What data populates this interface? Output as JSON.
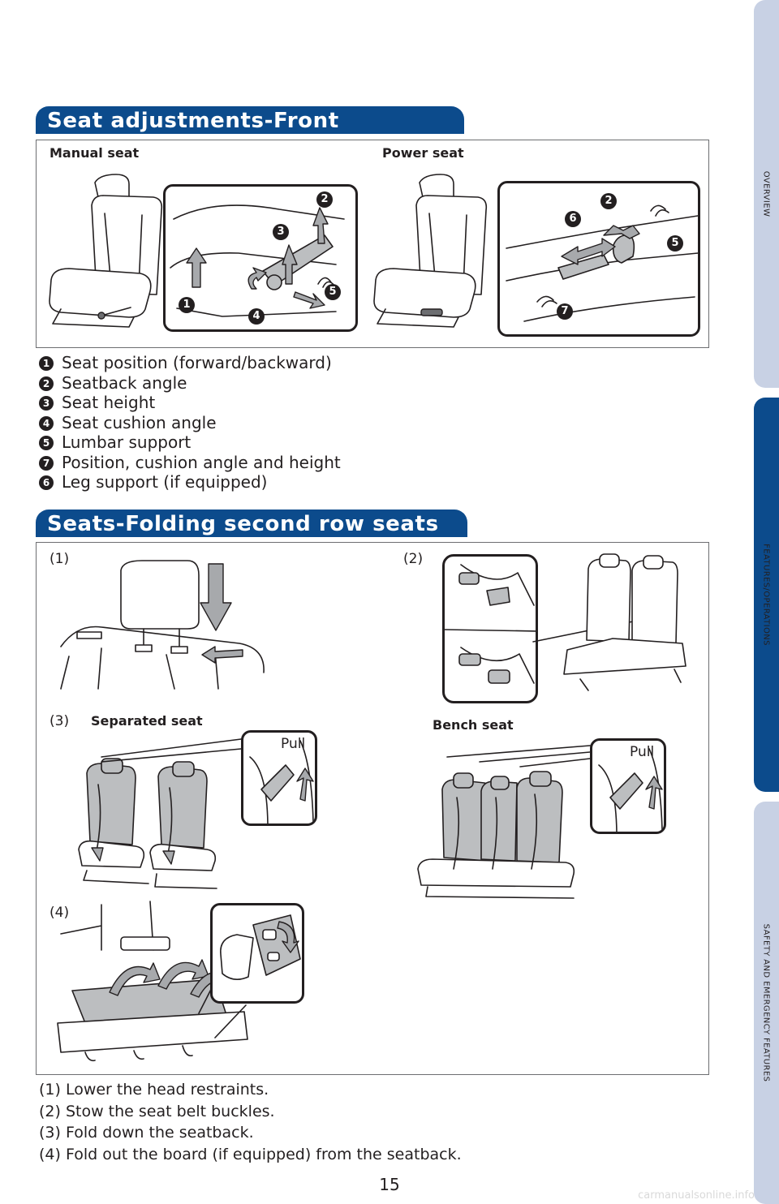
{
  "side_tabs": [
    {
      "label": "OVERVIEW",
      "color": "#c8d1e4"
    },
    {
      "label": "FEATURES/OPERATIONS",
      "color": "#0c4b8c"
    },
    {
      "label": "SAFETY AND EMERGENCY FEATURES",
      "color": "#c8d1e4"
    }
  ],
  "section_front": {
    "title": "Seat adjustments-Front",
    "manual_label": "Manual seat",
    "power_label": "Power seat",
    "manual_badges": [
      "2",
      "3",
      "1",
      "4",
      "5"
    ],
    "power_badges": [
      "2",
      "6",
      "5",
      "7"
    ],
    "legend": [
      {
        "num": "1",
        "text": "Seat position (forward/backward)"
      },
      {
        "num": "2",
        "text": "Seatback angle"
      },
      {
        "num": "3",
        "text": "Seat height"
      },
      {
        "num": "4",
        "text": "Seat cushion angle"
      },
      {
        "num": "5",
        "text": "Lumbar support"
      },
      {
        "num": "7",
        "text": "Position, cushion angle and height"
      },
      {
        "num": "6",
        "text": "Leg support (if equipped)"
      }
    ]
  },
  "section_second": {
    "title": "Seats-Folding second row seats",
    "step1": "(1)",
    "step2": "(2)",
    "step3": "(3)",
    "step4": "(4)",
    "separated_label": "Separated seat",
    "bench_label": "Bench seat",
    "pull_left": "Pull",
    "pull_right": "Pull",
    "captions": [
      "(1) Lower the head restraints.",
      "(2) Stow the seat belt buckles.",
      "(3) Fold down the seatback.",
      "(4) Fold out the board (if equipped) from the seatback."
    ]
  },
  "page_number": "15",
  "watermark": "carmanualsonline.info",
  "colors": {
    "brand_blue": "#0c4b8c",
    "tab_light": "#c8d1e4",
    "panel_border": "#6d6e71"
  }
}
